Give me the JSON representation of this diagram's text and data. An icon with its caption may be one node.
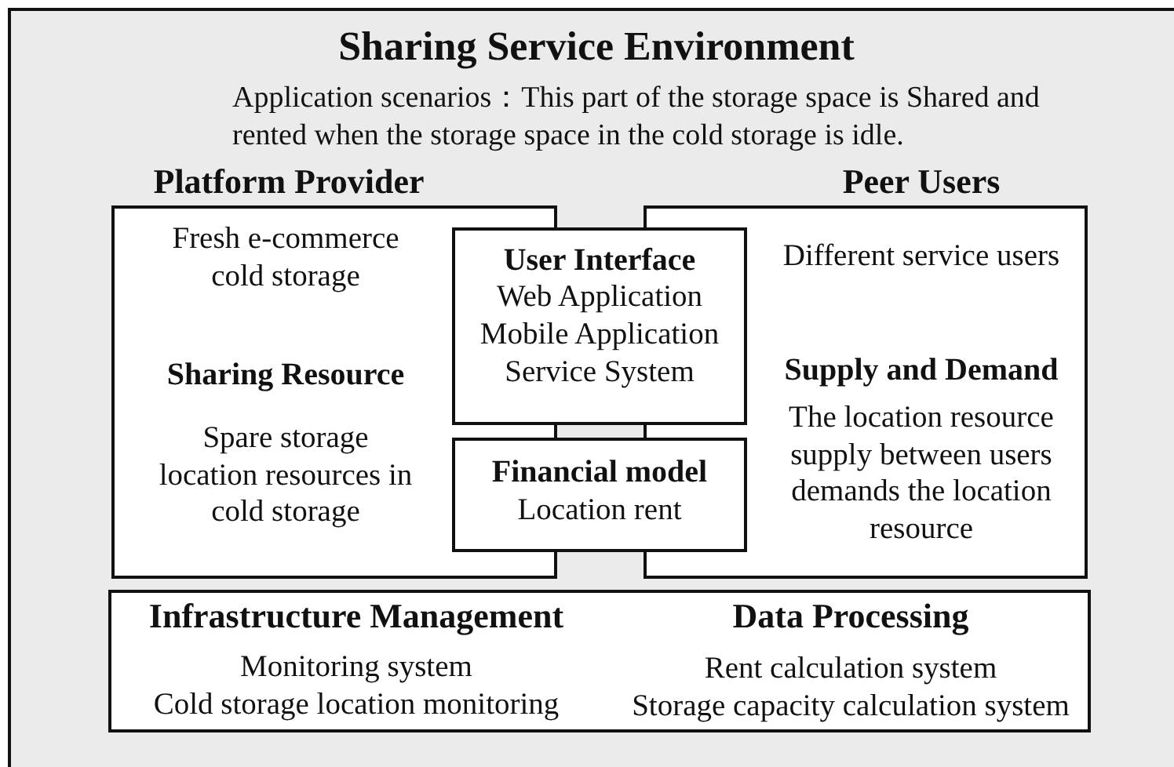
{
  "diagram": {
    "nodes": [
      {
        "text": [
          "Sharing Service Environment",
          "Application scenarios：This part of the storage space is Shared and rented when the storage space in the cold storage is idle."
        ]
      },
      {
        "text": [
          "Platform Provider",
          "Fresh e-commerce cold storage",
          "Sharing Resource",
          "Spare storage location resources in cold storage"
        ],
        "in": 0
      },
      {
        "text": [
          "Peer Users",
          "Different service users",
          "Supply and Demand",
          "The location resource supply between users demands the location resource"
        ],
        "in": 0
      },
      {
        "text": [
          "User Interface",
          "Web Application",
          "Mobile Application",
          "Service System"
        ],
        "in": 0
      },
      {
        "text": [
          "Financial model",
          "Location rent"
        ],
        "in": 0
      },
      {
        "text": [
          "Infrastructure Management",
          "Monitoring system",
          "Cold storage location monitoring",
          "Data Processing",
          "Rent calculation system",
          "Storage capacity calculation system"
        ],
        "in": 0
      }
    ]
  }
}
